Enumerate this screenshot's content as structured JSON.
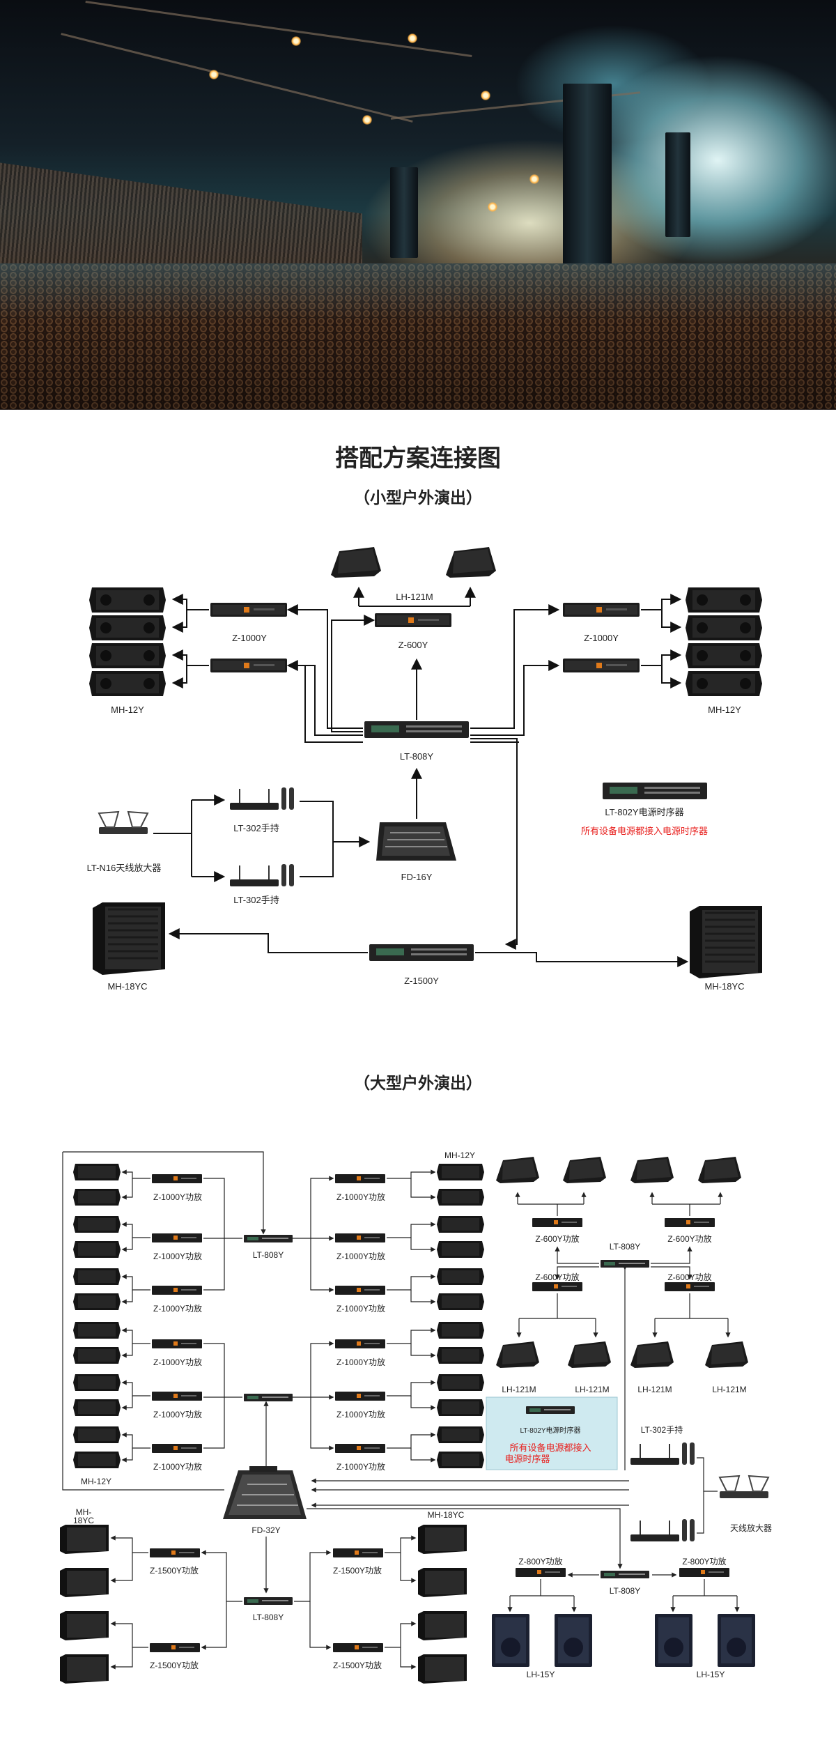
{
  "title": "搭配方案连接图",
  "small": {
    "subtitle": "（小型户外演出）",
    "monitor_speaker": "LH-121M",
    "line_array_left": "MH-12Y",
    "line_array_right": "MH-12Y",
    "amp_left": "Z-1000Y",
    "amp_right": "Z-1000Y",
    "amp_monitor": "Z-600Y",
    "processor": "LT-808Y",
    "mic_top": "LT-302手持",
    "mic_bottom": "LT-302手持",
    "antenna": "LT-N16天线放大器",
    "mixer": "FD-16Y",
    "sequencer": "LT-802Y电源时序器",
    "sequencer_note": "所有设备电源都接入电源时序器",
    "sub_left": "MH-18YC",
    "sub_right": "MH-18YC",
    "sub_amp": "Z-1500Y"
  },
  "large": {
    "subtitle": "（大型户外演出）",
    "mh12_top": "MH-12Y",
    "mh12_bottom": "MH-12Y",
    "amp_1000": "Z-1000Y功放",
    "proc_top": "LT-808Y",
    "proc_bottom": "LT-808Y",
    "proc_monitor": "LT-808Y",
    "proc_sub15": "LT-808Y",
    "amp_600": "Z-600Y功放",
    "monitor": "LH-121M",
    "seq_device": "LT-802Y电源时序器",
    "seq_note_1": "所有设备电源都接入",
    "seq_note_2": "电源时序器",
    "mic": "LT-302手持",
    "antenna": "天线放大器",
    "mixer": "FD-32Y",
    "mh18_left_1": "MH-",
    "mh18_left_2": "18YC",
    "mh18_right": "MH-18YC",
    "amp_1500": "Z-1500Y功放",
    "amp_800": "Z-800Y功放",
    "sub15": "LH-15Y"
  }
}
